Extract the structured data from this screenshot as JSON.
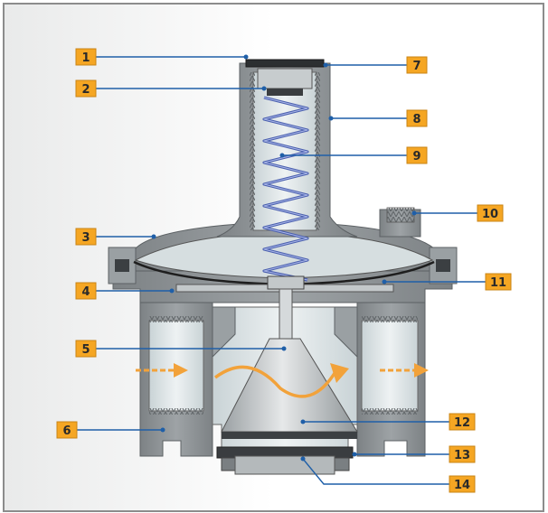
{
  "diagram": {
    "callouts": [
      {
        "id": "callout-1",
        "label": "1"
      },
      {
        "id": "callout-2",
        "label": "2"
      },
      {
        "id": "callout-3",
        "label": "3"
      },
      {
        "id": "callout-4",
        "label": "4"
      },
      {
        "id": "callout-5",
        "label": "5"
      },
      {
        "id": "callout-6",
        "label": "6"
      },
      {
        "id": "callout-7",
        "label": "7"
      },
      {
        "id": "callout-8",
        "label": "8"
      },
      {
        "id": "callout-9",
        "label": "9"
      },
      {
        "id": "callout-10",
        "label": "10"
      },
      {
        "id": "callout-11",
        "label": "11"
      },
      {
        "id": "callout-12",
        "label": "12"
      },
      {
        "id": "callout-13",
        "label": "13"
      },
      {
        "id": "callout-14",
        "label": "14"
      }
    ],
    "colors": {
      "callout_fill": "#f5a623",
      "callout_stroke": "#c98416",
      "leader_line": "#1f5fa8",
      "spring": "#4a5fae",
      "flow_arrow": "#f2a23a",
      "body_metal": "#8a8f92",
      "body_metal_light": "#b8bcbe",
      "cavity": "#dfe6e8",
      "frame": "#8c8c8c"
    }
  }
}
